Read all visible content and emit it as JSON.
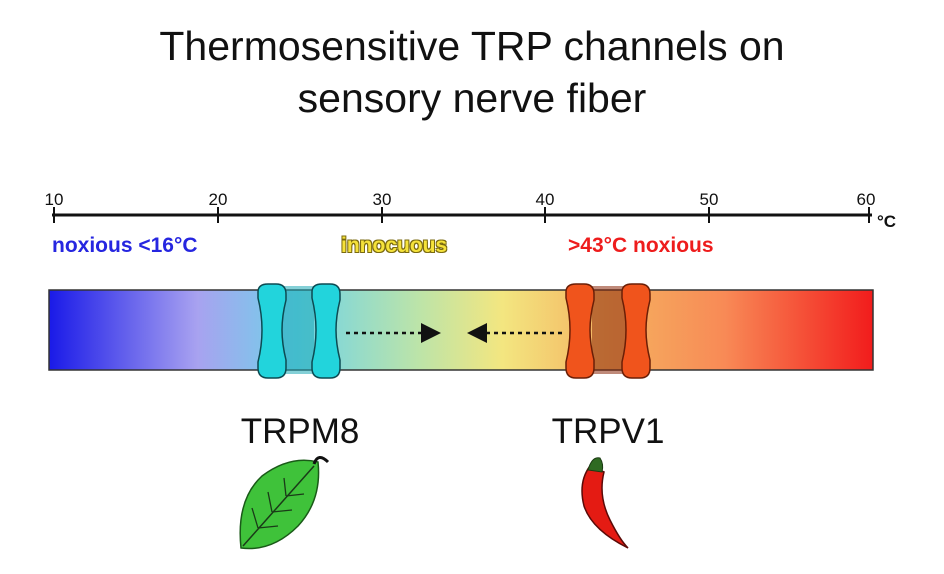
{
  "title": {
    "line1": "Thermosensitive TRP channels on",
    "line2": "sensory nerve fiber"
  },
  "scale": {
    "ticks": [
      "10",
      "20",
      "30",
      "40",
      "50",
      "60"
    ],
    "unit": "°C"
  },
  "zones": {
    "cold": "noxious <16°C",
    "innocuous": "innocuous",
    "hot": ">43°C noxious"
  },
  "channels": {
    "cold": {
      "label": "TRPM8",
      "icon": "mint-leaf-icon",
      "color": "#22d4dc"
    },
    "hot": {
      "label": "TRPV1",
      "icon": "chili-pepper-icon",
      "color": "#f0541c"
    }
  },
  "colors": {
    "cold": "#2626e0",
    "hot": "#ee1c1c",
    "innocuous": "#f5e23a",
    "leaf": "#3fc23a",
    "pepper": "#e41b13"
  }
}
